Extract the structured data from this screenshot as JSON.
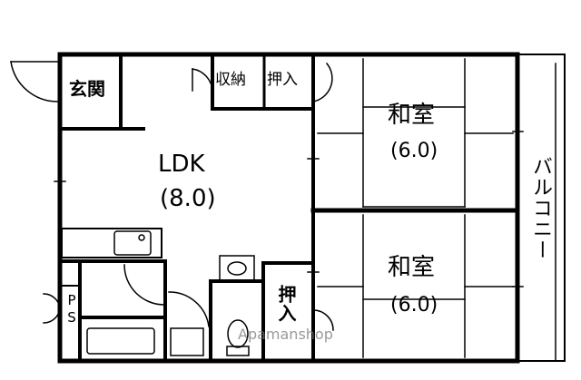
{
  "rooms": {
    "entrance": "玄関",
    "storage": "収納",
    "closet_top": "押入",
    "closet_bottom": "押入",
    "ldk": "LDK",
    "ldk_size": "(8.0)",
    "washitsu_top": "和室",
    "washitsu_top_size": "(6.0)",
    "washitsu_bottom": "和室",
    "washitsu_bottom_size": "(6.0)",
    "balcony": "バルコニー",
    "ps": "PS"
  },
  "watermark": "Apamanshop",
  "colors": {
    "line": "#000000",
    "fill": "#ffffff",
    "watermark": "#8a8a8a"
  }
}
